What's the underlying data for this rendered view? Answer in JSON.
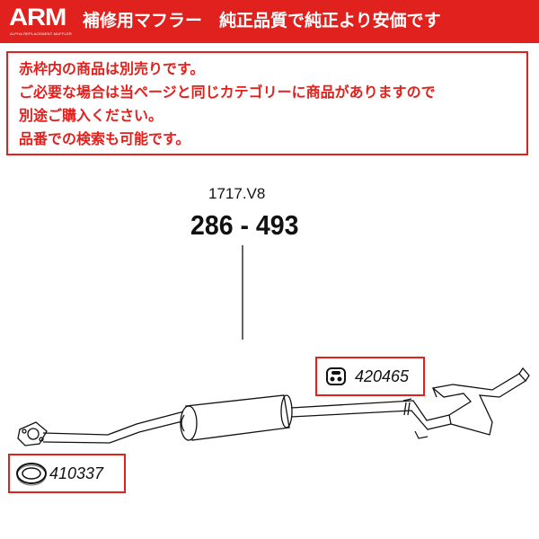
{
  "header": {
    "logo": "ARM",
    "logo_sub": "ALPHA REPLACEMENT MUFFLER",
    "tagline": "補修用マフラー　純正品質で純正より安価です"
  },
  "notice": {
    "lines": [
      "赤枠内の商品は別売りです。",
      "ご必要な場合は当ページと同じカテゴリーに商品がありますので",
      "別途ご購入ください。",
      "品番での検索も可能です。"
    ]
  },
  "diagram": {
    "model_code": "1717.V8",
    "part_number": "286 - 493",
    "accessories": [
      {
        "part": "420465",
        "icon": "hanger-mount-icon"
      },
      {
        "part": "410337",
        "icon": "gasket-ring-icon"
      }
    ]
  },
  "colors": {
    "brand_red": "#e0211d",
    "line": "#111111"
  }
}
